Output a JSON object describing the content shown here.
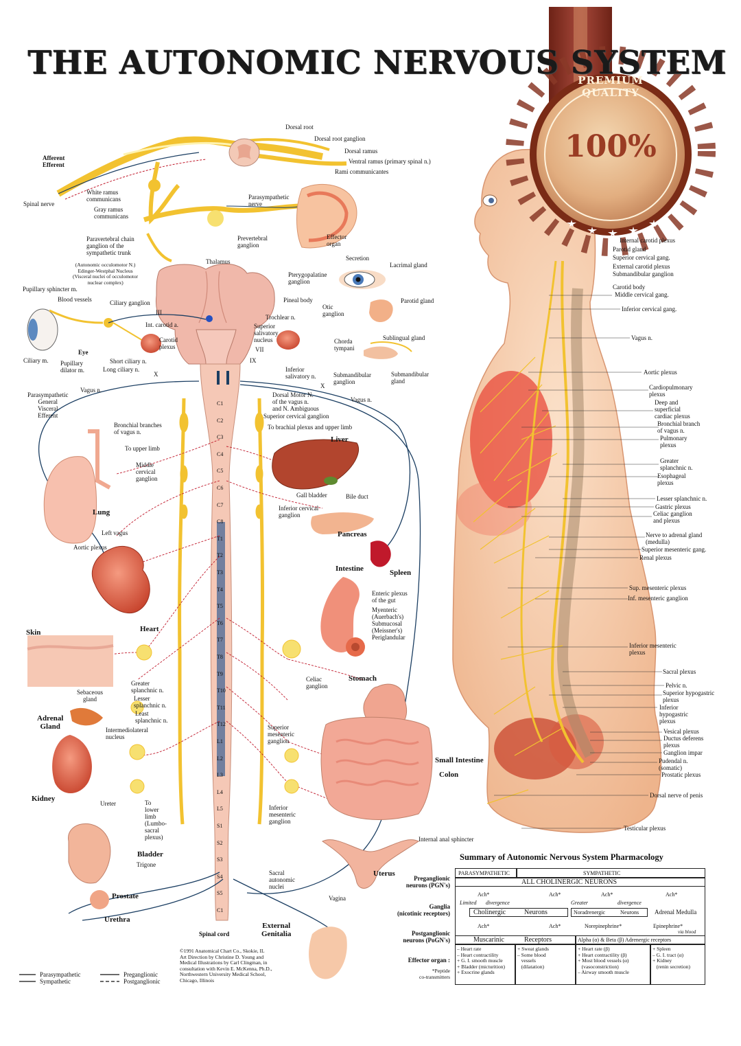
{
  "title": "THE AUTONOMIC NERVOUS SYSTEM",
  "badge": {
    "line1": "PREMIUM QUALITY",
    "percent": "100%"
  },
  "colors": {
    "nerve": "#f2c230",
    "skin": "#f6c9a6",
    "organ": "#e86a4a",
    "parasympathetic": "#1b3e62",
    "sympathetic": "#c0192b",
    "badge": "#8a3a28"
  },
  "spinal_top": {
    "dorsal_root": "Dorsal root",
    "dorsal_root_ganglion": "Dorsal root ganglion",
    "dorsal_ramus": "Dorsal ramus",
    "ventral_ramus": "Ventral ramus (primary spinal n.)",
    "rami_communicantes": "Rami communicantes",
    "afferent": "Afferent",
    "efferent": "Efferent",
    "spinal_nerve": "Spinal nerve",
    "white_ramus": "White ramus\ncommunicans",
    "gray_ramus": "Gray ramus\ncommunicans",
    "paravertebral": "Paravertebral chain\nganglion of the\nsympathetic trunk",
    "parasym_nerve": "Parasympathetic\nnerve",
    "prevertebral": "Prevertebral\nganglion",
    "effector": "Effector\norgan"
  },
  "head": {
    "ew_nucleus": "(Autonomic occulomotor N.)\nEdinger-Westphal Nucleus\n(Visceral nuclei of occulomotor\nnuclear complex)",
    "thalamus": "Thalamus",
    "pupillary_sphincter": "Pupillary sphincter m.",
    "blood_vessels": "Blood vessels",
    "ciliary_ganglion": "Ciliary ganglion",
    "iii": "III",
    "int_carotid": "Int. carotid a.",
    "carotid_plexus": "Carotid\nplexus",
    "eye": "Eye",
    "ciliary_m": "Ciliary m.",
    "pupillary_dilator": "Pupillary\ndilator m.",
    "short_ciliary": "Short ciliary n.",
    "long_ciliary": "Long ciliary n.",
    "pineal_body": "Pineal body",
    "trochlear": "Trochlear n.",
    "secretion": "Secretion",
    "lacrimal_gland": "Lacrimal gland",
    "pterygopalatine": "Pterygopalatine\nganglion",
    "parotid_gland": "Parotid gland",
    "otic_ganglion": "Otic\nganglion",
    "superior_salivatory": "Superior\nsalivatory\nnucleus",
    "vii": "VII",
    "ix": "IX",
    "x": "X",
    "chorda_tympani": "Chorda\ntympani",
    "sublingual_gland": "Sublingual gland",
    "inferior_salivatory": "Inferior\nsalivatory n.",
    "submandibular_ganglion": "Submandibular\nganglion",
    "submandibular_gland": "Submandibular\ngland"
  },
  "center": {
    "parasym_general": "Parasympathetic\nGeneral\nVisceral\nEfferent",
    "vagus_left": "Vagus n.",
    "vagus_right": "Vagus n.",
    "dorsal_motor": "Dorsal Motor N.\nof the vagus n.\nand N. Ambiguous",
    "superior_cervical": "Superior cervical ganglion",
    "brachial": "To brachial plexus and upper limb",
    "bronchial_branches": "Bronchial branches\nof vagus n.",
    "to_upper_limb": "To upper limb",
    "middle_cervical": "Middle\ncervical\nganglion",
    "lung": "Lung",
    "left_vagus": "Left vagus",
    "aortic_plexus": "Aortic plexus",
    "liver": "Liver",
    "gall_bladder": "Gall bladder",
    "bile_duct": "Bile duct",
    "inferior_cervical": "Inferior cervical\nganglion",
    "pancreas": "Pancreas",
    "spleen": "Spleen",
    "intestine": "Intestine",
    "enteric": "Enteric plexus\nof the gut",
    "myenteric": "Myenteric\n(Auerbach's)\nSubmucosal\n(Meissner's)\nPeriglandular",
    "heart": "Heart",
    "skin": "Skin",
    "sebaceous": "Sebaceous\ngland",
    "greater_splanchnic": "Greater\nsplanchnic n.",
    "lesser_splanchnic": "Lesser\nsplanchnic n.",
    "least_splanchnic": "Least\nsplanchnic n.",
    "intermediolateral": "Intermediolateral\nnucleus",
    "celiac_ganglion": "Celiac\nganglion",
    "stomach": "Stomach",
    "adrenal_gland": "Adrenal\nGland",
    "superior_mesenteric": "Superior\nmesenteric\nganglion",
    "kidney": "Kidney",
    "ureter": "Ureter",
    "to_lower_limb": "To\nlower\nlimb\n(Lumbo-\nsacral\nplexus)",
    "small_intestine": "Small Intestine",
    "colon": "Colon",
    "inferior_mesenteric": "Inferior\nmesenteric\nganglion",
    "internal_anal": "Internal anal sphincter",
    "bladder": "Bladder",
    "trigone": "Trigone",
    "prostate": "Prostate",
    "urethra": "Urethra",
    "sacral_autonomic": "Sacral\nautonomic\nnuclei",
    "uterus": "Uterus",
    "vagina": "Vagina",
    "spinal_cord": "Spinal cord",
    "external_genitalia": "External\nGenitalia",
    "copyright": "©1991 Anatomical Chart Co., Skokie, IL\nArt Direction by Christine D. Young and\nMedical Illustrations by Carl Clingman, in\nconsultation with Kevin E. McKenna, Ph.D.,\nNorthwestern University Medical School,\nChicago, Illinois",
    "segments": [
      "C1",
      "C2",
      "C3",
      "C4",
      "C5",
      "C6",
      "C7",
      "C8",
      "T1",
      "T2",
      "T3",
      "T4",
      "T5",
      "T6",
      "T7",
      "T8",
      "T9",
      "T10",
      "T11",
      "T12",
      "L1",
      "L2",
      "L3",
      "L4",
      "L5",
      "S1",
      "S2",
      "S3",
      "S4",
      "S5",
      "C1"
    ]
  },
  "legend": {
    "parasympathetic": "Parasympathetic",
    "sympathetic": "Sympathetic",
    "preganglionic": "Preganglionic",
    "postganglionic": "Postganglionic"
  },
  "body_labels": [
    "Aortic plexus",
    "Cardiopulmonary\nplexus",
    "Deep and\nsuperficial\ncardiac plexus",
    "Bronchial branch\nof vagus n.",
    "Pulmonary\nplexus",
    "Greater\nsplanchnic n.",
    "Esophageal\nplexus",
    "Lesser splanchnic n.",
    "Gastric plexus",
    "Celiac ganglion\nand plexus",
    "Nerve to adrenal gland\n(medulla)",
    "Superior mesenteric gang.",
    "Renal plexus",
    "Sup. mesenteric plexus",
    "Inf. mesenteric ganglion",
    "Inferior mesenteric\nplexus",
    "Sacral plexus",
    "Pelvic n.",
    "Superior hypogastric\nplexus",
    "Inferior\nhypogastric\nplexus",
    "Vesical plexus",
    "Ductus deferens\nplexus",
    "Ganglion impar",
    "Pudendal n.\n(somatic)",
    "Prostatic plexus",
    "Dorsal nerve of penis",
    "Testicular plexus"
  ],
  "head_right_labels": [
    "External carotid plexus",
    "Submandibular ganglion",
    "Carotid body",
    "Middle cervical gang.",
    "Inferior cervical gang.",
    "Vagus n.",
    "Superior cervical gang.",
    "Parotid gland",
    "Internal carotid plexus"
  ],
  "pharmacology": {
    "title": "Summary of Autonomic Nervous System Pharmacology",
    "parasympathetic": "PARASYMPATHETIC",
    "sympathetic": "SYMPATHETIC",
    "all_cholinergic": "ALL CHOLINERGIC NEURONS",
    "ach": "Ach*",
    "limited": "Limited",
    "greater": "Greater",
    "divergence": "divergence",
    "cholinergic": "Cholinergic",
    "neurons": "Neurons",
    "noradrenergic": "Noradrenergic",
    "adrenal_medulla": "Adrenal Medulla",
    "norepinephrine": "Norepinephrine*",
    "epinephrine": "Epinephrine*",
    "via_blood": "via blood",
    "muscarinic": "Muscarinic",
    "receptors": "Receptors",
    "adrenergic": "Alpha (α) & Beta (β) Adrenergic receptors",
    "left_labels": [
      "Preganglionic\nneurons (PGN's)",
      "Ganglia\n(nicotinic receptors)",
      "Postganglionic\nneurons (PoGN's)",
      "Effector organ :"
    ],
    "peptide": "*Peptide\nco-transmitters",
    "col1": "– Heart rate\n– Heart contractility\n+ G. I. smooth muscle\n+ Bladder (micturition)\n+ Exocrine glands",
    "col2": "+ Sweat glands\n– Some blood\n   vessels\n   (dilatation)",
    "col3": "+ Heart rate (β)\n+ Heart contractility (β)\n+ Most blood vessels (α)\n   (vasoconstriction)\n– Airway smooth muscle",
    "col4": "+ Spleen\n– G. I. tract (α)\n+ Kidney\n   (renin secretion)"
  }
}
